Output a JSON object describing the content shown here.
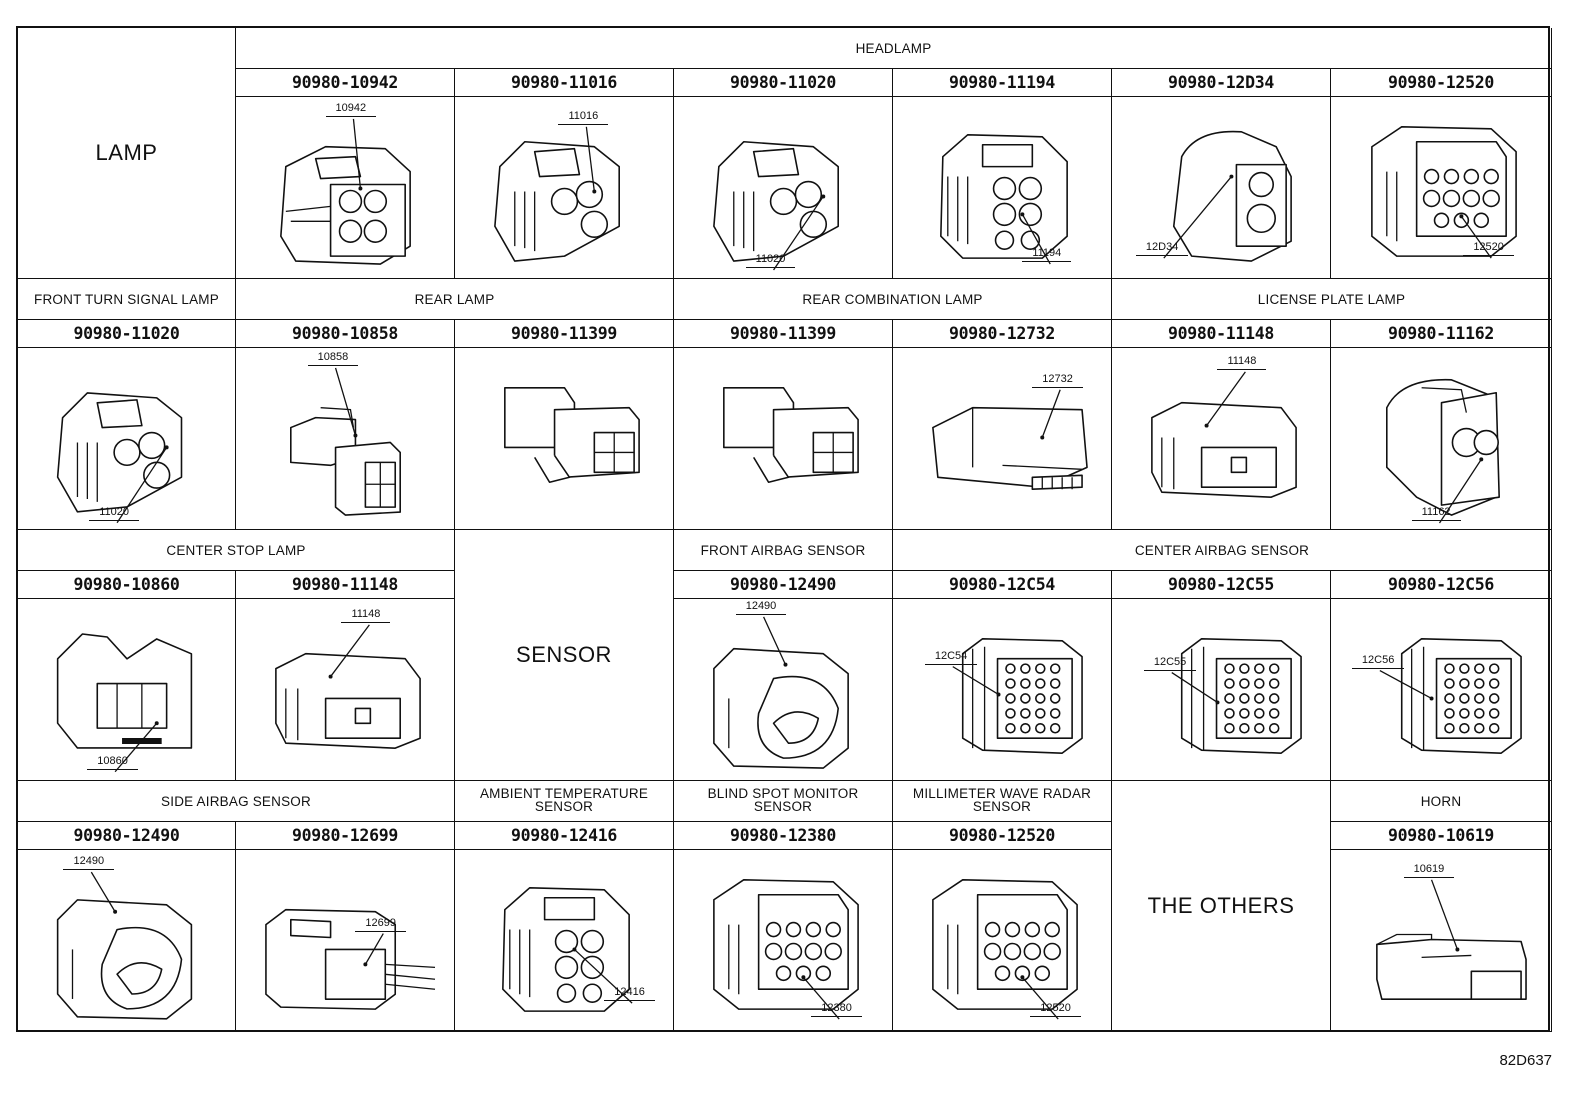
{
  "groups": {
    "lamp": "LAMP",
    "headlamp": "HEADLAMP",
    "front_turn": "FRONT TURN SIGNAL LAMP",
    "rear_lamp": "REAR LAMP",
    "rear_combination": "REAR COMBINATION LAMP",
    "license_plate": "LICENSE PLATE LAMP",
    "center_stop": "CENTER STOP LAMP",
    "sensor": "SENSOR",
    "front_airbag": "FRONT AIRBAG SENSOR",
    "center_airbag": "CENTER AIRBAG SENSOR",
    "side_airbag": "SIDE AIRBAG SENSOR",
    "ambient_temp": "AMBIENT TEMPERATURE SENSOR",
    "blind_spot": "BLIND SPOT MONITOR SENSOR",
    "mmwave": "MILLIMETER WAVE RADAR SENSOR",
    "others": "THE OTHERS",
    "horn": "HORN"
  },
  "connectors": [
    {
      "part": "90980-10942",
      "callout": "10942"
    },
    {
      "part": "90980-11016",
      "callout": "11016"
    },
    {
      "part": "90980-11020",
      "callout": "11020"
    },
    {
      "part": "90980-11194",
      "callout": "11194"
    },
    {
      "part": "90980-12D34",
      "callout": "12D34"
    },
    {
      "part": "90980-12520",
      "callout": "12520"
    },
    {
      "part": "90980-11020",
      "callout": "11020"
    },
    {
      "part": "90980-10858",
      "callout": "10858"
    },
    {
      "part": "90980-11399",
      "callout": ""
    },
    {
      "part": "90980-11399",
      "callout": ""
    },
    {
      "part": "90980-12732",
      "callout": "12732"
    },
    {
      "part": "90980-11148",
      "callout": "11148"
    },
    {
      "part": "90980-11162",
      "callout": "11162"
    },
    {
      "part": "90980-10860",
      "callout": "10860"
    },
    {
      "part": "90980-11148",
      "callout": "11148"
    },
    {
      "part": "90980-12490",
      "callout": "12490"
    },
    {
      "part": "90980-12C54",
      "callout": "12C54"
    },
    {
      "part": "90980-12C55",
      "callout": "12C55"
    },
    {
      "part": "90980-12C56",
      "callout": "12C56"
    },
    {
      "part": "90980-12490",
      "callout": "12490"
    },
    {
      "part": "90980-12699",
      "callout": "12699"
    },
    {
      "part": "90980-12416",
      "callout": "12416"
    },
    {
      "part": "90980-12380",
      "callout": "12380"
    },
    {
      "part": "90980-12520",
      "callout": "12520"
    },
    {
      "part": "90980-10619",
      "callout": "10619"
    }
  ],
  "figure_id": "82D637"
}
